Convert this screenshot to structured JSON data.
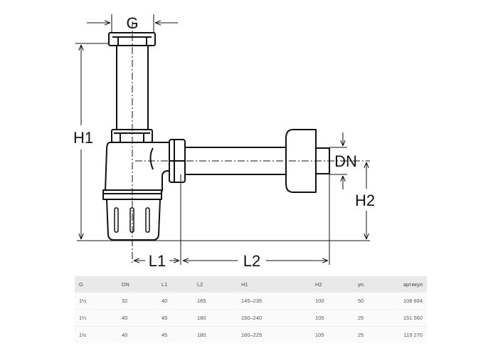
{
  "drawing": {
    "labels": {
      "g": "G",
      "h1": "H1",
      "dn": "DN",
      "h2": "H2",
      "l1": "L1",
      "l2": "L2"
    }
  },
  "table": {
    "headers": [
      "G",
      "DN",
      "L1",
      "L2",
      "H1",
      "H2",
      "уп.",
      "артикул"
    ],
    "rows": [
      [
        "1¼",
        "32",
        "40",
        "185",
        "145–235",
        "100",
        "50",
        "108 694"
      ],
      [
        "1¼",
        "40",
        "45",
        "180",
        "150–240",
        "105",
        "25",
        "151 560"
      ],
      [
        "1½",
        "40",
        "45",
        "180",
        "160–225",
        "105",
        "25",
        "119 270"
      ]
    ]
  }
}
